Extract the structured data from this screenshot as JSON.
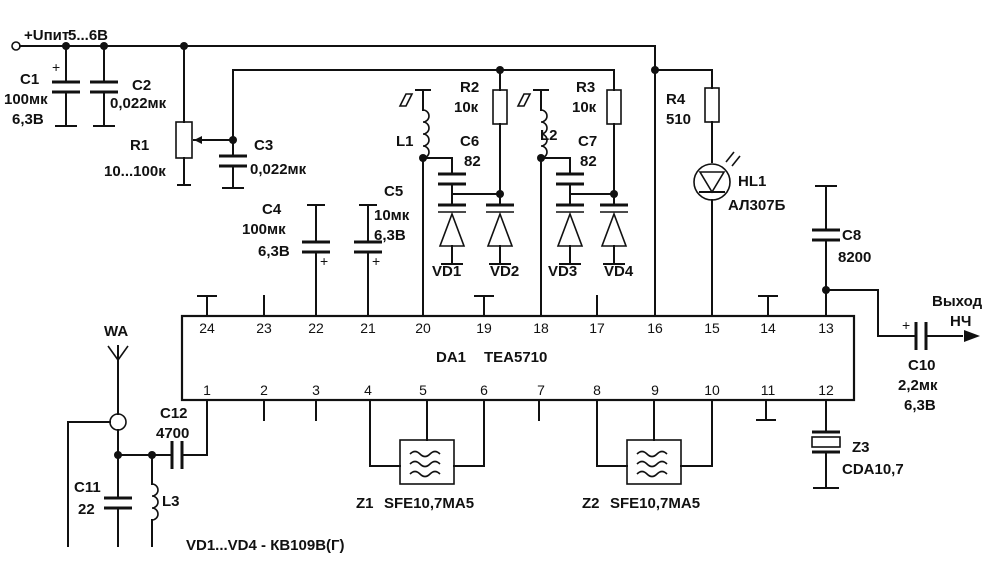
{
  "supply": {
    "label": "+Uпит",
    "range": "5...6В"
  },
  "parts": {
    "c1": {
      "ref": "C1",
      "value": "100мк",
      "voltage": "6,3В"
    },
    "c2": {
      "ref": "C2",
      "value": "0,022мк"
    },
    "r1": {
      "ref": "R1",
      "value": "10...100к"
    },
    "c3": {
      "ref": "C3",
      "value": "0,022мк"
    },
    "c4": {
      "ref": "C4",
      "value": "100мк",
      "voltage": "6,3В"
    },
    "c5": {
      "ref": "C5",
      "value": "10мк",
      "voltage": "6,3В"
    },
    "l1": {
      "ref": "L1"
    },
    "r2": {
      "ref": "R2",
      "value": "10к"
    },
    "c6": {
      "ref": "C6",
      "value": "82"
    },
    "l2": {
      "ref": "L2"
    },
    "c7": {
      "ref": "C7",
      "value": "82"
    },
    "r3": {
      "ref": "R3",
      "value": "10к"
    },
    "r4": {
      "ref": "R4",
      "value": "510"
    },
    "hl1": {
      "ref": "HL1",
      "type": "АЛ307Б"
    },
    "c8": {
      "ref": "C8",
      "value": "8200"
    },
    "vd1": {
      "ref": "VD1"
    },
    "vd2": {
      "ref": "VD2"
    },
    "vd3": {
      "ref": "VD3"
    },
    "vd4": {
      "ref": "VD4"
    },
    "da1": {
      "ref": "DA1",
      "type": "TEA5710"
    },
    "wa": {
      "ref": "WA"
    },
    "c12": {
      "ref": "C12",
      "value": "4700"
    },
    "c11": {
      "ref": "C11",
      "value": "22"
    },
    "l3": {
      "ref": "L3"
    },
    "z1": {
      "ref": "Z1",
      "type": "SFE10,7MA5"
    },
    "z2": {
      "ref": "Z2",
      "type": "SFE10,7MA5"
    },
    "z3": {
      "ref": "Z3",
      "type": "CDA10,7"
    },
    "c10": {
      "ref": "C10",
      "value": "2,2мк",
      "voltage": "6,3В"
    }
  },
  "output": {
    "line1": "Выход",
    "line2": "НЧ"
  },
  "plus_sign": "+",
  "footnote": "VD1...VD4 - КВ109В(Г)",
  "ic_pins": {
    "top": [
      "24",
      "23",
      "22",
      "21",
      "20",
      "19",
      "18",
      "17",
      "16",
      "15",
      "14",
      "13"
    ],
    "bottom": [
      "1",
      "2",
      "3",
      "4",
      "5",
      "6",
      "7",
      "8",
      "9",
      "10",
      "11",
      "12"
    ]
  }
}
